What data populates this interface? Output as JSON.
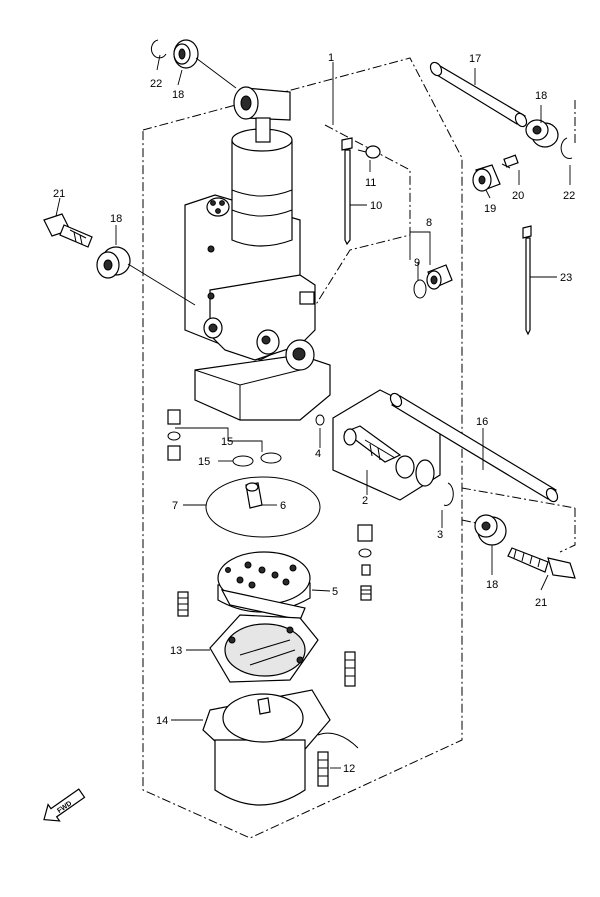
{
  "callouts": {
    "c1": "1",
    "c2": "2",
    "c3": "3",
    "c4": "4",
    "c5": "5",
    "c6": "6",
    "c7": "7",
    "c8": "8",
    "c9": "9",
    "c10": "10",
    "c11": "11",
    "c12": "12",
    "c13": "13",
    "c14": "14",
    "c15a": "15",
    "c15b": "15",
    "c16": "16",
    "c17": "17",
    "c18a": "18",
    "c18b": "18",
    "c18c": "18",
    "c18d": "18",
    "c19": "19",
    "c20": "20",
    "c21a": "21",
    "c21b": "21",
    "c22a": "22",
    "c22b": "22",
    "c23": "23"
  },
  "fwd_label": "FWD"
}
